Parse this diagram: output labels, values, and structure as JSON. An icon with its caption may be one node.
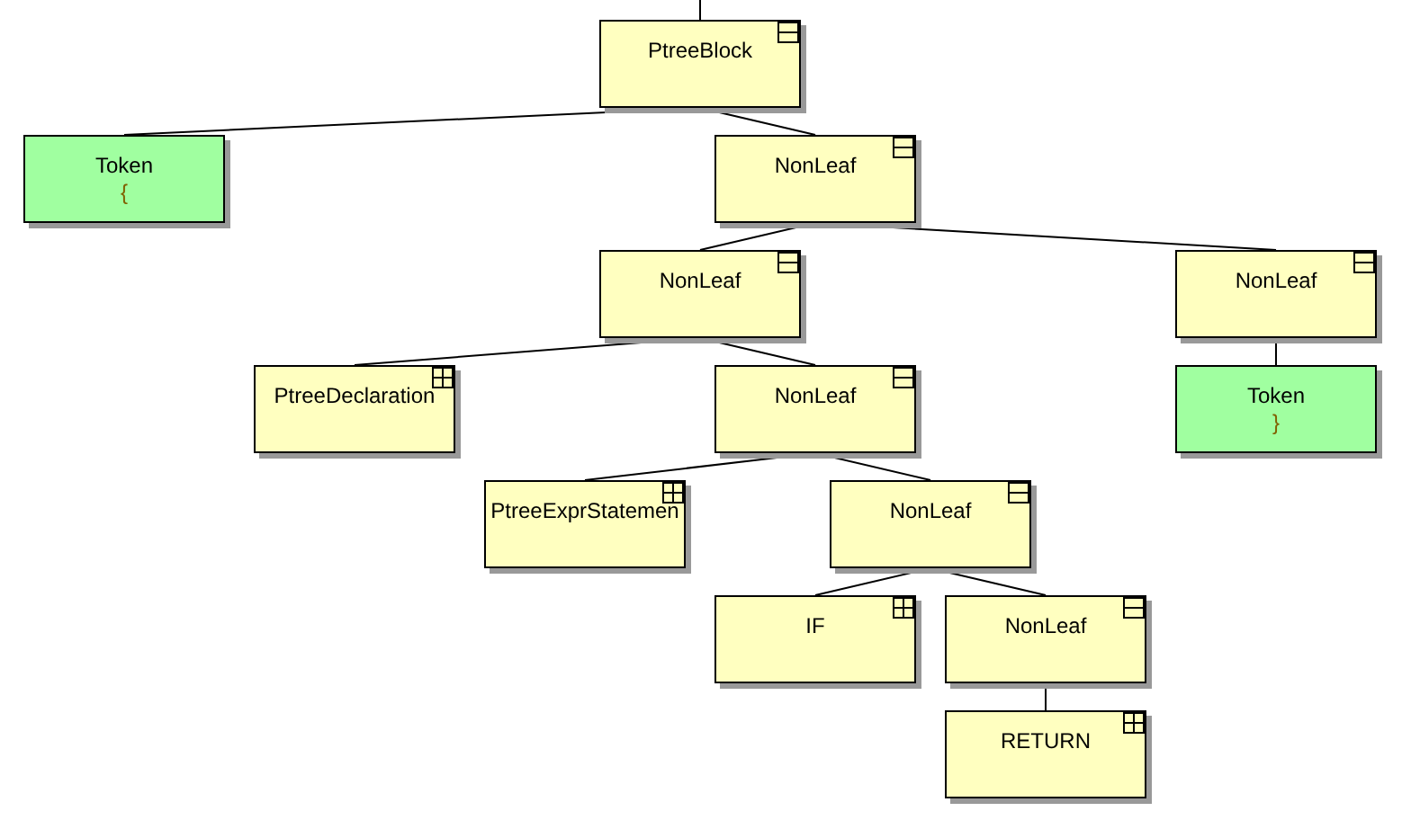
{
  "diagram": {
    "nodes": [
      {
        "text": [
          "PtreeBlock"
        ]
      },
      {
        "text": [
          "Token",
          "{"
        ]
      },
      {
        "text": [
          "NonLeaf"
        ]
      },
      {
        "text": [
          "NonLeaf"
        ]
      },
      {
        "text": [
          "NonLeaf"
        ]
      },
      {
        "text": [
          "PtreeDeclaration"
        ]
      },
      {
        "text": [
          "NonLeaf"
        ]
      },
      {
        "text": [
          "Token",
          "}"
        ]
      },
      {
        "text": [
          "PtreeExprStatemen"
        ]
      },
      {
        "text": [
          "NonLeaf"
        ]
      },
      {
        "text": [
          "IF"
        ]
      },
      {
        "text": [
          "NonLeaf"
        ]
      },
      {
        "text": [
          "RETURN"
        ]
      }
    ],
    "edges": [
      {
        "from": null,
        "to": 0,
        "arrow": "none"
      },
      {
        "from": 0,
        "to": 1,
        "arrow": "none"
      },
      {
        "from": 0,
        "to": 2,
        "arrow": "none"
      },
      {
        "from": 2,
        "to": 3,
        "arrow": "none"
      },
      {
        "from": 2,
        "to": 4,
        "arrow": "none"
      },
      {
        "from": 3,
        "to": 5,
        "arrow": "none"
      },
      {
        "from": 3,
        "to": 6,
        "arrow": "none"
      },
      {
        "from": 4,
        "to": 7,
        "arrow": "none"
      },
      {
        "from": 6,
        "to": 8,
        "arrow": "none"
      },
      {
        "from": 6,
        "to": 9,
        "arrow": "none"
      },
      {
        "from": 9,
        "to": 10,
        "arrow": "none"
      },
      {
        "from": 9,
        "to": 11,
        "arrow": "none"
      },
      {
        "from": 11,
        "to": 12,
        "arrow": "none"
      }
    ]
  }
}
